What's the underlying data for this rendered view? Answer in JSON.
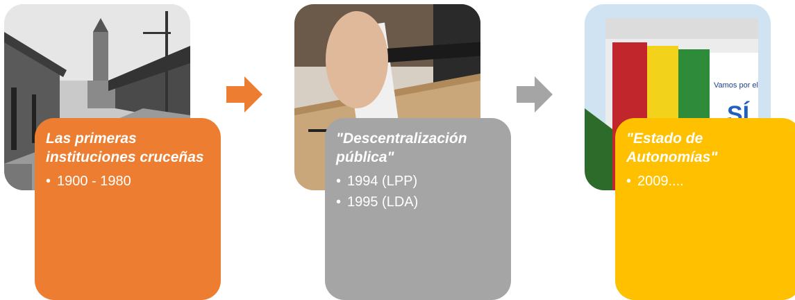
{
  "colors": {
    "stage_1": "#ED7D31",
    "stage_2": "#A5A5A5",
    "stage_3": "#FFC000",
    "arrow_1": "#ED7D31",
    "arrow_2": "#A5A5A5"
  },
  "stages": [
    {
      "title": "Las primeras instituciones cruceñas",
      "items": [
        "1900 - 1980"
      ],
      "photo": "historic-town-street-photo"
    },
    {
      "title": "\"Descentralización pública\"",
      "items": [
        "1994 (LPP)",
        "1995 (LDA)"
      ],
      "photo": "ballot-box-photo"
    },
    {
      "title": "\"Estado de Autonomías\"",
      "items": [
        "2009...."
      ],
      "photo_text": "Vamos por el",
      "photo_text_2": "SÍ",
      "photo": "building-with-flags-photo"
    }
  ]
}
